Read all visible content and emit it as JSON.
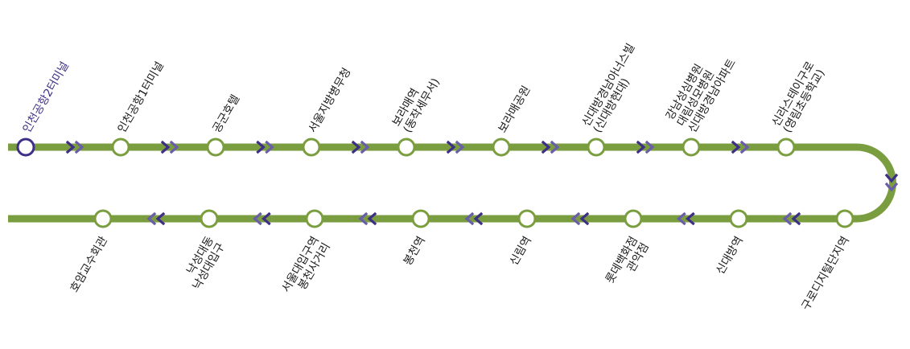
{
  "colors": {
    "line": "#7a9e3f",
    "arrow_dark": "#3f2e86",
    "arrow_light": "#6a5ea8",
    "current_stop": "#3f2e86",
    "text": "#1a1a1a",
    "current_text": "#3f2e86"
  },
  "route": {
    "direction_icon": "double-chevron-arrow",
    "top_stops": [
      {
        "lines": [
          "인천공항2터미널"
        ],
        "current": true
      },
      {
        "lines": [
          "인천공항1터미널"
        ]
      },
      {
        "lines": [
          "공군호텔"
        ]
      },
      {
        "lines": [
          "서울지방병무청"
        ]
      },
      {
        "lines": [
          "보라매역",
          "(동작세무서)"
        ]
      },
      {
        "lines": [
          "보라매공원"
        ]
      },
      {
        "lines": [
          "신대방경남아너스빌",
          "(신대방현대)"
        ]
      },
      {
        "lines": [
          "강남성심병원",
          "대림성모병원",
          "신대방경남아파트"
        ]
      },
      {
        "lines": [
          "신라스테이구로",
          "(영림초등학교)"
        ]
      }
    ],
    "bottom_stops": [
      {
        "lines": [
          "구로디지털단지역"
        ]
      },
      {
        "lines": [
          "신대방역"
        ]
      },
      {
        "lines": [
          "롯데백화점",
          "관악점"
        ]
      },
      {
        "lines": [
          "신림역"
        ]
      },
      {
        "lines": [
          "봉천역"
        ]
      },
      {
        "lines": [
          "서울대입구역",
          "봉천사거리"
        ]
      },
      {
        "lines": [
          "낙성대동",
          "낙성대입구"
        ]
      },
      {
        "lines": [
          "호암교수회관"
        ]
      }
    ]
  }
}
